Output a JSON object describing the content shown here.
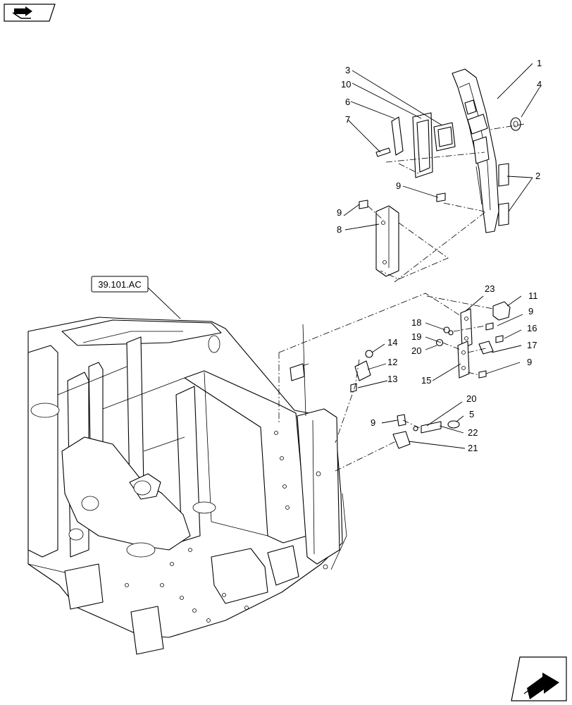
{
  "icons": {
    "top_left": "book-arrow-icon",
    "bottom_right": "next-page-arrow-icon"
  },
  "reference_label": "39.101.AC",
  "part_numbers": {
    "p1": "1",
    "p2": "2",
    "p3": "3",
    "p4": "4",
    "p5": "5",
    "p6": "6",
    "p7": "7",
    "p8": "8",
    "p9": "9",
    "p10": "10",
    "p11": "11",
    "p12": "12",
    "p13": "13",
    "p14": "14",
    "p15": "15",
    "p16": "16",
    "p17": "17",
    "p18": "18",
    "p19": "19",
    "p20": "20",
    "p21": "21",
    "p22": "22",
    "p23": "23"
  }
}
